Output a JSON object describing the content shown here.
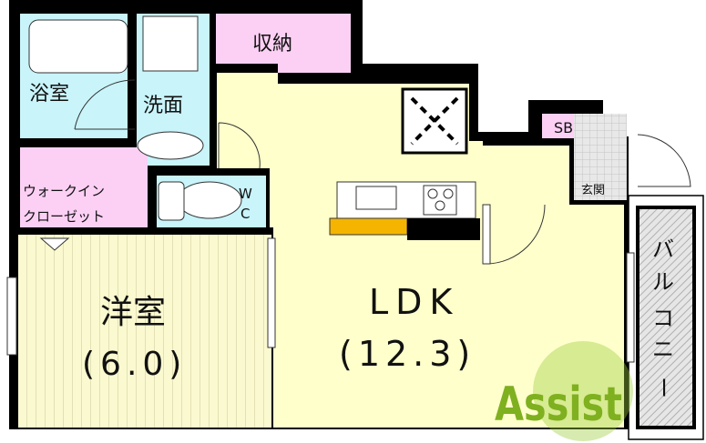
{
  "rooms": {
    "bath": "浴室",
    "washroom": "洗面",
    "storage": "収納",
    "wic_line1": "ウォークイン",
    "wic_line2": "クローゼット",
    "wc_w": "W",
    "wc_c": "C",
    "western_name": "洋室",
    "western_size": "(6.0)",
    "ldk_name": "LDK",
    "ldk_size": "(12.3)",
    "shoe_box": "SB",
    "entrance": "玄関",
    "balcony": [
      "バ",
      "ル",
      "コ",
      "ニ",
      "ー"
    ]
  },
  "watermark": "Assist",
  "colors": {
    "wet": "#c8f4fa",
    "storage": "#fcd0f4",
    "living": "#ffffcc",
    "wall": "#000000",
    "counter": "#f5b400",
    "logo": "#9ccc3c"
  }
}
